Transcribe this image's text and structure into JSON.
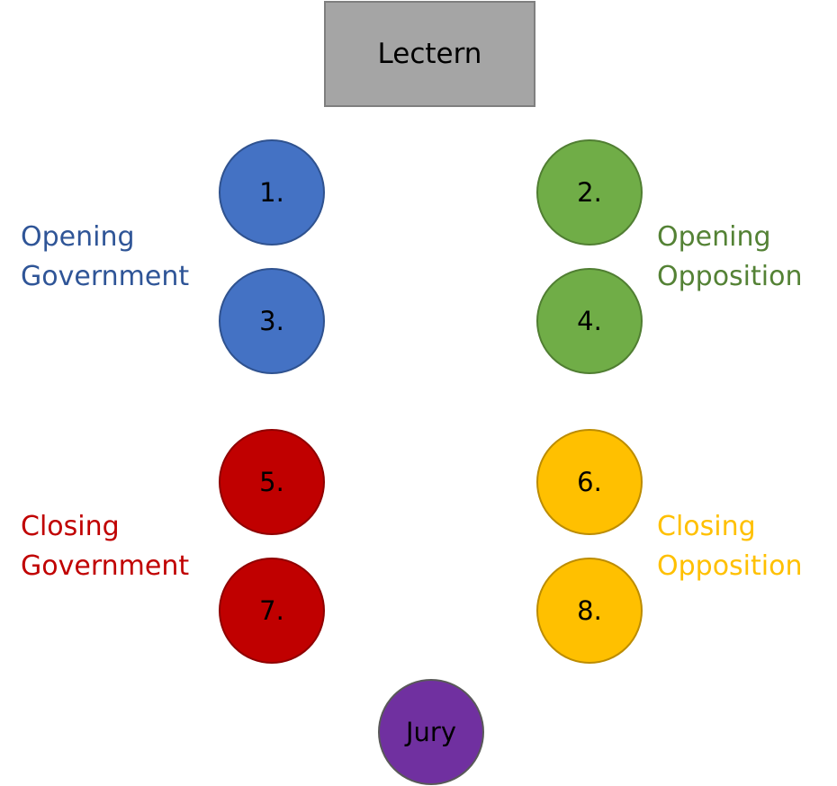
{
  "lectern": {
    "label": "Lectern"
  },
  "seats": {
    "s1": {
      "label": "1.",
      "color": "#4472c4",
      "border": "#2f528f"
    },
    "s2": {
      "label": "2.",
      "color": "#70ad47",
      "border": "#507e32"
    },
    "s3": {
      "label": "3.",
      "color": "#4472c4",
      "border": "#2f528f"
    },
    "s4": {
      "label": "4.",
      "color": "#70ad47",
      "border": "#507e32"
    },
    "s5": {
      "label": "5.",
      "color": "#c00000",
      "border": "#8f0000"
    },
    "s6": {
      "label": "6.",
      "color": "#ffc000",
      "border": "#bc8c00"
    },
    "s7": {
      "label": "7.",
      "color": "#c00000",
      "border": "#8f0000"
    },
    "s8": {
      "label": "8.",
      "color": "#ffc000",
      "border": "#bc8c00"
    },
    "jury": {
      "label": "Jury",
      "color": "#7030a0",
      "border": "#595959"
    }
  },
  "teams": {
    "opening_government": {
      "line1": "Opening",
      "line2": "Government",
      "color": "#2f5597"
    },
    "opening_opposition": {
      "line1": "Opening",
      "line2": "Opposition",
      "color": "#548235"
    },
    "closing_government": {
      "line1": "Closing",
      "line2": "Government",
      "color": "#c00000"
    },
    "closing_opposition": {
      "line1": "Closing",
      "line2": "Opposition",
      "color": "#ffc000"
    }
  }
}
